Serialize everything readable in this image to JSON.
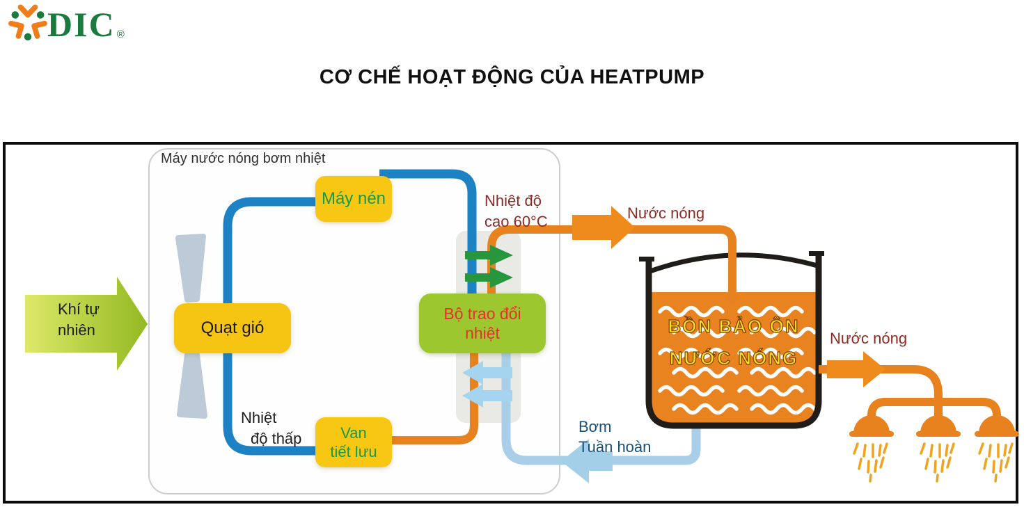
{
  "logo": {
    "brand": "DIC",
    "registered": "®"
  },
  "title": "CƠ CHẾ HOẠT ĐỘNG CỦA HEATPUMP",
  "diagram": {
    "unit_label": "Máy nước nóng bơm nhiệt",
    "compressor": "Máy nén",
    "fan": "Quạt gió",
    "valve_line1": "Van",
    "valve_line2": "tiết lưu",
    "exchanger_line1": "Bộ trao đổi",
    "exchanger_line2": "nhiệt",
    "temp_high_line1": "Nhiệt độ",
    "temp_high_line2": "cao 60°C",
    "temp_low_line1": "Nhiệt",
    "temp_low_line2": "độ thấp",
    "intake_line1": "Khí tự",
    "intake_line2": "nhiên",
    "hot_water_top": "Nước nóng",
    "hot_water_right": "Nước nóng",
    "tank_line1": "BỒN BẢO ÔN",
    "tank_line2": "NƯỚC NÓNG",
    "pump_line1": "Bơm",
    "pump_line2": "Tuần hoàn"
  },
  "icons": {
    "logo_mark": "tri-star-people-mark",
    "fan": "fan-blades",
    "tank": "insulated-tank",
    "showers": "shower-heads-spray"
  },
  "colors": {
    "pipe_cold": "#1d82c4",
    "pipe_hot": "#e8821e",
    "pipe_circulation": "#a9cee8",
    "box_yellow": "#f8c714",
    "box_green": "#9dc72e",
    "air_arrow_green_light": "#d8e464",
    "air_arrow_green_dark": "#93b922",
    "heat_arrow_green": "#27963f",
    "label_dark_red": "#8a2c24",
    "label_blue": "#174f7c",
    "tank_water": "#e8831f",
    "tank_text_yellow": "#f8e020",
    "brand_green": "#1b7a3e",
    "brand_orange": "#ef7d1a"
  }
}
